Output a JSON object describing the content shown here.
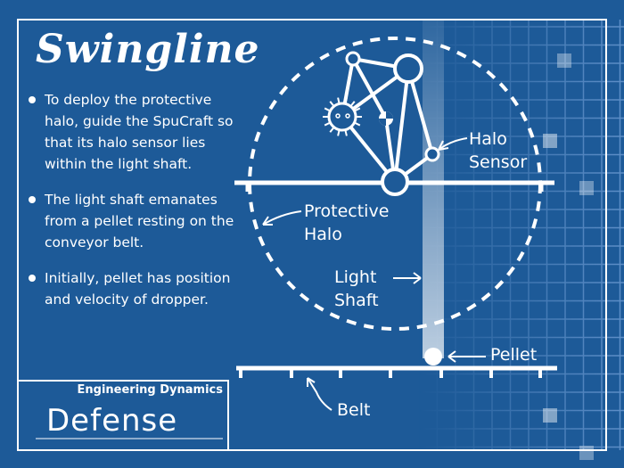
{
  "title": "Swingline",
  "bullets": [
    "To deploy the protective halo, guide the SpuCraft so that its halo sensor lies within the light shaft.",
    "The light shaft emanates from a pellet resting on the conveyor belt.",
    "Initially, pellet has position and velocity of dropper."
  ],
  "labels": {
    "halo_sensor": "Halo\nSensor",
    "protective_halo": "Protective\nHalo",
    "light_shaft": "Light\nShaft",
    "pellet": "Pellet",
    "belt": "Belt"
  },
  "title_block": {
    "top": "Engineering Dynamics",
    "main": "Defense"
  },
  "colors": {
    "background": "#1d5a98",
    "lines": "#ffffff",
    "grid": "#5f8fc8"
  }
}
